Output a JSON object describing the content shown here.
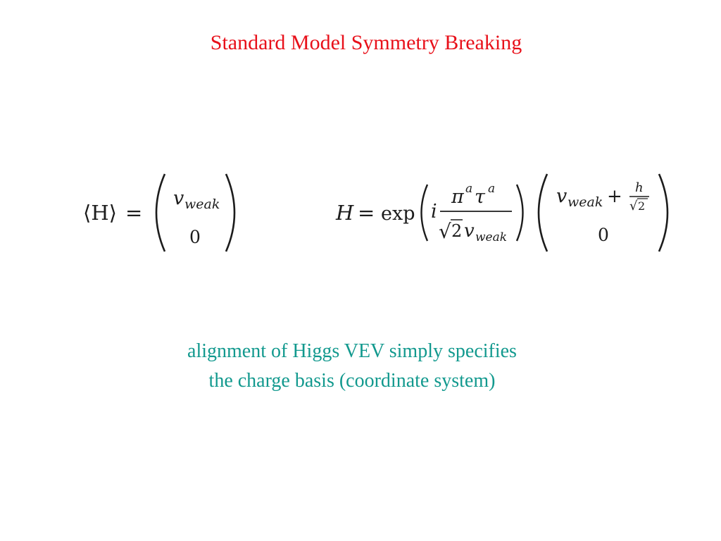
{
  "slide": {
    "title": "Standard Model Symmetry Breaking",
    "caption_lines": [
      "alignment of Higgs VEV simply specifies",
      "the charge basis (coordinate system)"
    ]
  },
  "equation_left": {
    "lhs": "⟨H⟩",
    "equals": "=",
    "vector_top": "v",
    "vector_top_sub": "weak",
    "vector_bottom": "0"
  },
  "equation_right": {
    "lhs": "H",
    "equals": "=",
    "func": "exp",
    "arg_prefix": "i",
    "numerator_pi": "π",
    "numerator_pi_sup": "a",
    "numerator_tau": "τ",
    "numerator_tau_sup": "a",
    "denominator_root": "√",
    "denominator_root_arg": "2",
    "denominator_v": "v",
    "denominator_v_sub": "weak",
    "vector_top": "v",
    "vector_top_sub": "weak",
    "plus": "+",
    "frac_num": "h",
    "frac_den_root": "√",
    "frac_den_arg": "2",
    "vector_bottom": "0"
  }
}
